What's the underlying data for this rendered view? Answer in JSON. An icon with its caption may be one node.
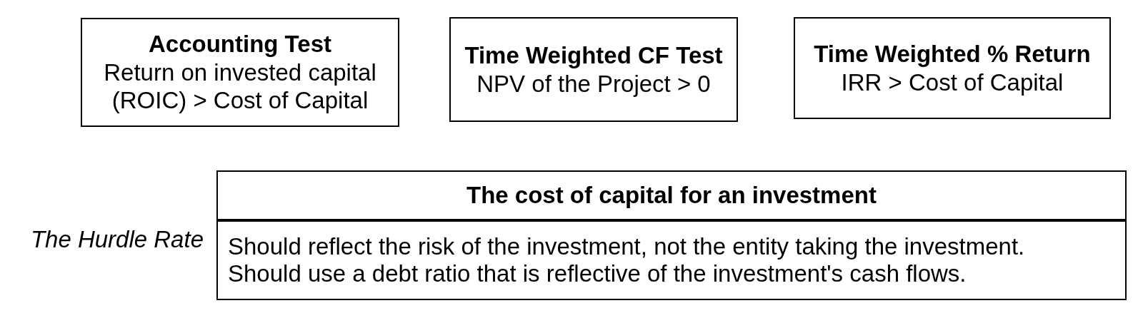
{
  "diagram": {
    "nodes": [
      {
        "text": [
          "Accounting Test",
          "Return on invested capital (ROIC) > Cost of Capital"
        ]
      },
      {
        "text": [
          "Time Weighted CF Test",
          "NPV of the Project > 0"
        ]
      },
      {
        "text": [
          "Time Weighted % Return",
          "IRR > Cost of Capital"
        ]
      },
      {
        "text": [
          "The cost of capital for an investment",
          "Should reflect the risk of the investment, not the entity taking the investment.",
          "Should use a debt ratio that is reflective of the investment's cash flows."
        ],
        "beside": [
          "The Hurdle Rate"
        ]
      }
    ]
  }
}
